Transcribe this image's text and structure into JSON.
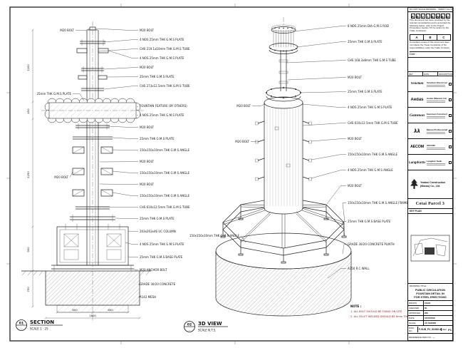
{
  "section": {
    "bubble_top": "01",
    "bubble_bottom": "—",
    "title": "SECTION",
    "scale": "SCALE 1 : 25",
    "callouts_right": [
      "M20 BOLT",
      "4 NOS 25mm THK G.M.S PLATE",
      "CHS 219.1x10mm THK G.M.S TUBE",
      "4 NOS 25mm THK G.M.S PLATE",
      "M20 BOLT",
      "25mm THK G.M.S PLATE",
      "CHS 273x12.5mm THK G.M.S TUBE",
      "FOUNTAIN FEATURE (BY OTHERS)",
      "4 NOS 25mm THK G.M.S PLATE",
      "M20 BOLT",
      "25mm THK G.M.S PLATE",
      "150x150x10mm THK G.M.S ANGLE",
      "M20 BOLT",
      "150x150x10mm THK G.M.S ANGLE",
      "M20 BOLT",
      "150x150x10mm THK G.M.S ANGLE",
      "CHS 610x12.5mm THK G.M.S TUBE",
      "25mm THK G.M.S PLATE",
      "203x203x46 UC COLUMN",
      "4 NOS 25mm THK G.M.S PLATE",
      "25mm THK G.M.S BASE PLATE",
      "M20 ANCHOR BOLT",
      "GRADE 30/20 CONCRETE",
      "A142 MESH"
    ],
    "callouts_left": [
      "M20 BOLT",
      "25mm THK G.M.S PLATE",
      "M20 BOLT"
    ],
    "dims_bottom": [
      "600",
      "600",
      "1800"
    ],
    "dims_left": [
      "1200",
      "450",
      "2250",
      "900",
      "750"
    ]
  },
  "view3d": {
    "bubble_top": "02",
    "bubble_bottom": "—",
    "title": "3D VIEW",
    "scale": "SCALE N.T.S.",
    "callouts_right": [
      "8 NOS 25mm DIA G.M.S ROD",
      "25mm THK G.M.S PLATE",
      "CHS 168.3x8mm THK G.M.S TUBE",
      "M20 BOLT",
      "25mm THK G.M.S PLATE",
      "4 NOS 25mm THK G.M.S PLATE",
      "CHS 610x12.5mm THK G.M.S TUBE",
      "M20 BOLT",
      "150x150x10mm THK G.M.S ANGLE",
      "4 NOS 25mm THK G.M.S ANGLE",
      "M20 BOLT",
      "150x150x10mm THK G.M.S ANGLE FRAME",
      "25mm THK G.M.S BASE PLATE",
      "GRADE 30/20 CONCRETE PLINTH",
      "A350 R.C WALL"
    ],
    "callouts_left": [
      "M20 BOLT",
      "M20 BOLT",
      "150x150x10mm THK G.M.S ANGLE"
    ]
  },
  "note": {
    "title": "NOTE :",
    "lines": [
      "1. ALL BOLT SHOULD BE FIXING ON SITE.",
      "2. ALL FILLET WELDED SHOULD BE 6mm THK."
    ]
  },
  "titleblock": {
    "plot_note": "DO NOT SCALE DRAWING · VERIFY ALL DIMENSIONS ON SITE",
    "stamp": {
      "letters": [
        "R",
        "E",
        "V",
        "I",
        "E",
        "W",
        "E",
        "D"
      ],
      "body": "This document has been reviewed by the relevant consultant(s) and is accorded the following status; refer to the Project Procedures Section 5.5 for action by the Trade Contractor.",
      "grades": [
        "A",
        "B",
        "C"
      ],
      "footnote": "Consultant review of this document does not relieve the Trade Contractor of his responsibilities under the Trade Contract.",
      "date_label": "Date :"
    },
    "revision": {
      "cols": [
        "REV",
        "DATE",
        "DESCRIPTION"
      ]
    },
    "parties": [
      {
        "logo": "Venetian",
        "name": "Venetian Orient Limited"
      },
      {
        "logo": "Aedas",
        "name": "Aedas (Macau) Ltd."
      },
      {
        "logo": "Gammon",
        "name": "Gammon Construction Limited"
      },
      {
        "logo": "λλ",
        "name": "Macau Professional Services Ltd."
      },
      {
        "logo": "AECOM",
        "name": "AECOM"
      },
      {
        "logo": "LangdonSeah",
        "name": "Langdon Seah"
      }
    ],
    "contractor": {
      "name": "Yeadon Construction (Macau) Co., Ltd."
    },
    "project": "Cotai Parcel 3",
    "key_plan_label": "KEY PLAN",
    "drawing_title": {
      "label": "DRAWING TITLE :",
      "lines": [
        "PUBLIC CIRCULATION",
        "FOUNTAIN DETAIL IN",
        "FOR STEEL ERECTIONS"
      ]
    },
    "meta": {
      "rows": [
        {
          "label": "DRAWN",
          "value": "CHAD"
        },
        {
          "label": "CHECKED",
          "value": "DL"
        },
        {
          "label": "APPROVED",
          "value": "WK"
        },
        {
          "label": "DATE",
          "value": "01/07/2008"
        },
        {
          "label": "SCALE",
          "value": "AS SHOWN"
        }
      ]
    },
    "dwg_no": {
      "label": "DWG NO.",
      "value": "F-SUB_P3_GD300.dwg"
    },
    "rev_box": {
      "label": "REV",
      "value": "P1"
    },
    "reference": {
      "label": "REFERENCE DWG NO.",
      "value": "—"
    }
  }
}
